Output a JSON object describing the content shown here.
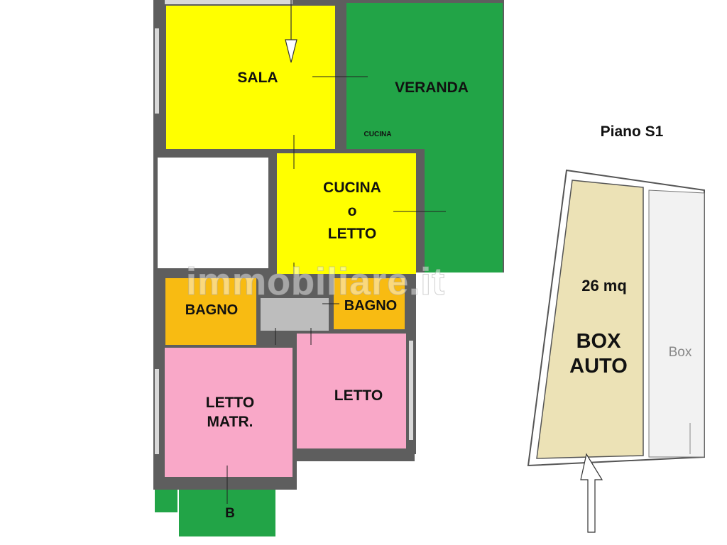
{
  "floorplan": {
    "rooms": {
      "sala": "SALA",
      "veranda": "VERANDA",
      "cucina_small": "CUCINA",
      "cucina_letto_line1": "CUCINA",
      "cucina_letto_line2": "o",
      "cucina_letto_line3": "LETTO",
      "bagno_left": "BAGNO",
      "bagno_right": "BAGNO",
      "letto_matr_line1": "LETTO",
      "letto_matr_line2": "MATR.",
      "letto": "LETTO",
      "balcone": "B"
    }
  },
  "garage": {
    "floor_label": "Piano S1",
    "area": "26 mq",
    "title_line1": "BOX",
    "title_line2": "AUTO",
    "neighbor_label": "Box"
  },
  "watermark": "immobiliare.it",
  "colors": {
    "sala": "#ffff00",
    "veranda": "#22a447",
    "bagno": "#f8bb12",
    "letto": "#f9a8c8",
    "hall": "#bdbdbd",
    "balcone": "#22a447",
    "box": "#ece2b6",
    "wall": "#5e5e5e"
  }
}
